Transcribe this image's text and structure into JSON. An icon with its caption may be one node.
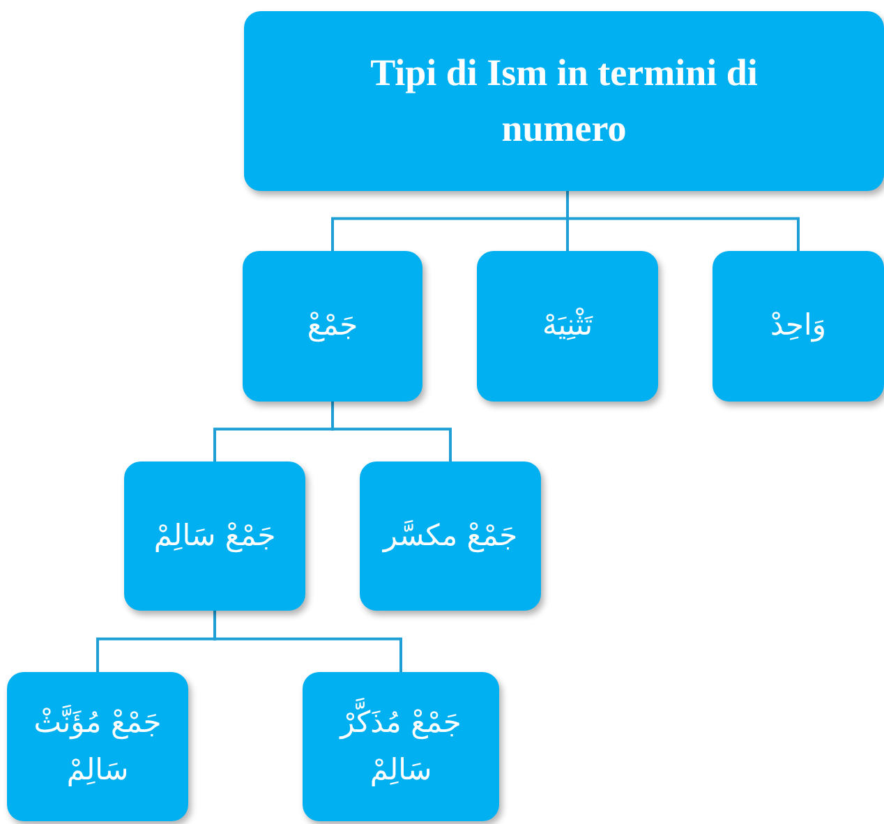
{
  "diagram": {
    "nodes": [
      {
        "text": [
          "Tipi di Ism in termini di numero"
        ]
      },
      {
        "text": [
          "جَمْعْ"
        ]
      },
      {
        "text": [
          "تَثْنِيَهْ"
        ]
      },
      {
        "text": [
          "وَاحِدْ"
        ]
      },
      {
        "text": [
          "جَمْعْ سَالِمْ"
        ]
      },
      {
        "text": [
          "جَمْعْ مكسَّر"
        ]
      },
      {
        "text": [
          "جَمْعْ مُؤَنَّثْ سَالِمْ"
        ]
      },
      {
        "text": [
          "جَمْعْ مُذَكَّرْ سَالِمْ"
        ]
      }
    ],
    "edges": [
      {
        "from": 0,
        "to": 1,
        "arrow": "none"
      },
      {
        "from": 0,
        "to": 2,
        "arrow": "none"
      },
      {
        "from": 0,
        "to": 3,
        "arrow": "none"
      },
      {
        "from": 1,
        "to": 4,
        "arrow": "none"
      },
      {
        "from": 1,
        "to": 5,
        "arrow": "none"
      },
      {
        "from": 4,
        "to": 6,
        "arrow": "none"
      },
      {
        "from": 4,
        "to": 7,
        "arrow": "none"
      }
    ]
  }
}
